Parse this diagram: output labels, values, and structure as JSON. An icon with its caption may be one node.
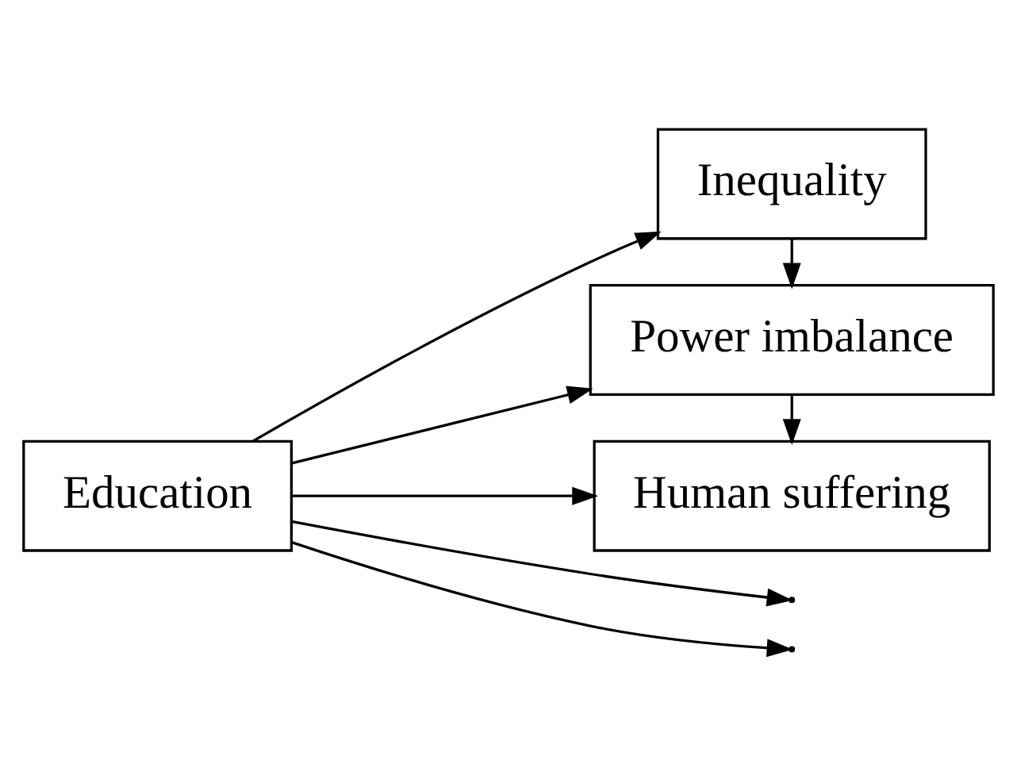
{
  "diagram": {
    "nodes": [
      {
        "text": [
          "Education"
        ]
      },
      {
        "text": [
          "Inequality"
        ]
      },
      {
        "text": [
          "Power imbalance"
        ]
      },
      {
        "text": [
          "Human suffering"
        ]
      }
    ],
    "edges": [
      {
        "from": 0,
        "to": 1,
        "arrow": "to"
      },
      {
        "from": 0,
        "to": null,
        "arrow": "to"
      },
      {
        "from": 0,
        "to": 2,
        "arrow": "to"
      },
      {
        "from": 0,
        "to": null,
        "arrow": "to"
      },
      {
        "from": 0,
        "to": 3,
        "arrow": "to"
      },
      {
        "from": 1,
        "to": 2,
        "arrow": "to"
      },
      {
        "from": 2,
        "to": 3,
        "arrow": "to"
      }
    ]
  }
}
